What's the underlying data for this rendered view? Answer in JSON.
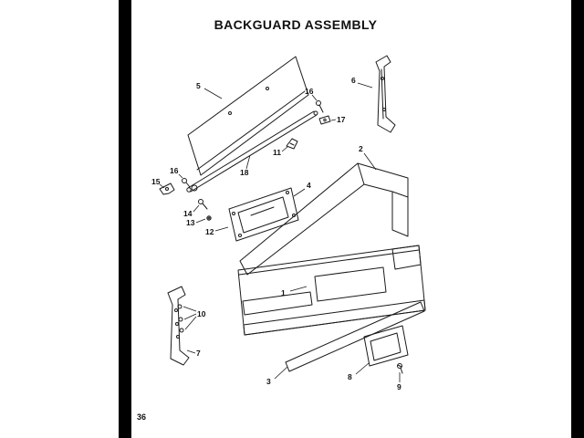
{
  "page": {
    "title": "BACKGUARD ASSEMBLY",
    "page_number": "36"
  },
  "diagram": {
    "line_color": "#1a1a1a",
    "labels": {
      "n1": "1",
      "n2": "2",
      "n3": "3",
      "n4": "4",
      "n5": "5",
      "n6": "6",
      "n7": "7",
      "n8": "8",
      "n9": "9",
      "n10": "10",
      "n11": "11",
      "n12": "12",
      "n13": "13",
      "n14": "14",
      "n15": "15",
      "n16": "16",
      "n17": "17",
      "n18": "18"
    }
  }
}
